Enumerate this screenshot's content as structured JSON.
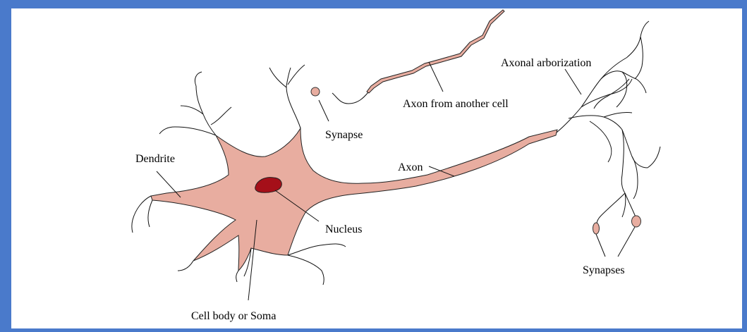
{
  "colors": {
    "frame_border": "#4a7acb",
    "background": "#ffffff",
    "cell_body": "#e8ada0",
    "nucleus": "#a50f19",
    "outline": "#111111"
  },
  "labels": {
    "axonal_arborization": "Axonal arborization",
    "axon_from_another_cell": "Axon from another cell",
    "synapse": "Synapse",
    "dendrite": "Dendrite",
    "axon": "Axon",
    "nucleus": "Nucleus",
    "synapses": "Synapses",
    "cell_body": "Cell body or Soma"
  }
}
